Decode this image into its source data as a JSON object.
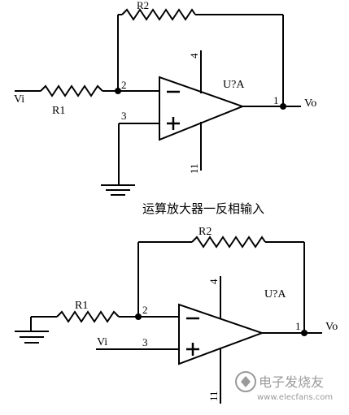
{
  "circuit_top": {
    "r2_label": "R2",
    "r1_label": "R1",
    "opamp_label": "U?A",
    "input_label": "Vi",
    "output_label": "Vo",
    "pin2": "2",
    "pin3": "3",
    "pin4": "4",
    "pin11": "11",
    "pin1": "1",
    "minus": "−",
    "plus": "+"
  },
  "caption": "运算放大器一反相输入",
  "circuit_bottom": {
    "r2_label": "R2",
    "r1_label": "R1",
    "opamp_label": "U?A",
    "input_label": "Vi",
    "output_label": "Vo",
    "pin2": "2",
    "pin3": "3",
    "pin4": "4",
    "pin11": "11",
    "pin1": "1",
    "minus": "−",
    "plus": "+"
  },
  "watermark": {
    "text": "电子发烧友",
    "url": "www.elecfans.com"
  }
}
